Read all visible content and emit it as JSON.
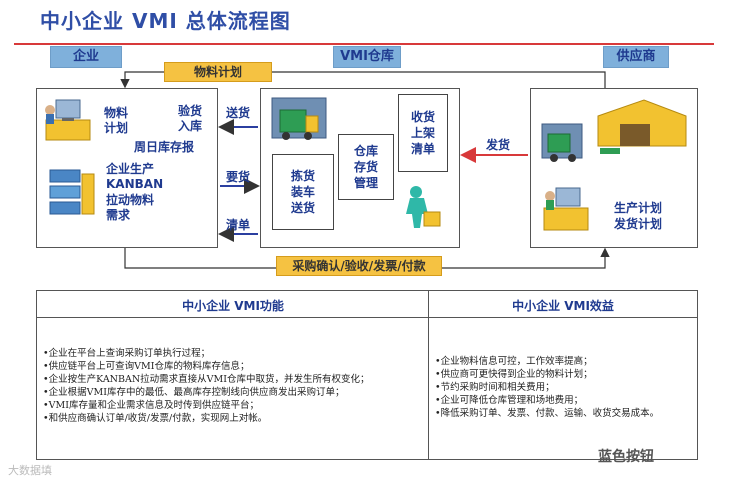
{
  "title": "中小企业 VMI 总体流程图",
  "headers": {
    "enterprise": "企业",
    "vmi": "VMI仓库",
    "supplier": "供应商"
  },
  "bars": {
    "material_plan": "物料计划",
    "procurement": "采购确认/验收/发票/付款"
  },
  "enterprise_box": {
    "material_plan": "物料\n计划",
    "inspect": "验货\n入库",
    "weekly": "周日库存报",
    "production": "企业生产",
    "kanban": "KANBAN",
    "pull": "拉动物料\n需求"
  },
  "arrows": {
    "deliver": "送货",
    "request": "要货",
    "list": "清单",
    "ship": "发货"
  },
  "vmi_box": {
    "receive": "收货\n上架\n清单",
    "inventory": "仓库\n存货\n管理",
    "pick": "拣货\n装车\n送货"
  },
  "supplier_box": {
    "plan": "生产计划\n发货计划"
  },
  "functions": {
    "title": "中小企业 VMI功能",
    "items": [
      "•企业在平台上查询采购订单执行过程；",
      "•供应链平台上可查询VMI仓库的物料库存信息；",
      "•企业按生产KANBAN拉动需求直接从VMI仓库中取货，并发生所有权变化；",
      "•企业根据VMI库存中的最低、最高库存控制线向供应商发出采购订单；",
      "•VMI库存量和企业需求信息及时传到供应链平台；",
      "•和供应商确认订单/收货/发票/付款，实现网上对帐。"
    ]
  },
  "benefits": {
    "title": "中小企业 VMI效益",
    "items": [
      "•企业物料信息可控，工作效率提高；",
      "•供应商可更快得到企业的物料计划；",
      "•节约采购时间和相关费用；",
      "•企业可降低仓库管理和场地费用；",
      "•降低采购订单、发票、付款、运输、收货交易成本。"
    ]
  },
  "watermark": {
    "left": "大数据填",
    "right": "蓝色按钮"
  }
}
